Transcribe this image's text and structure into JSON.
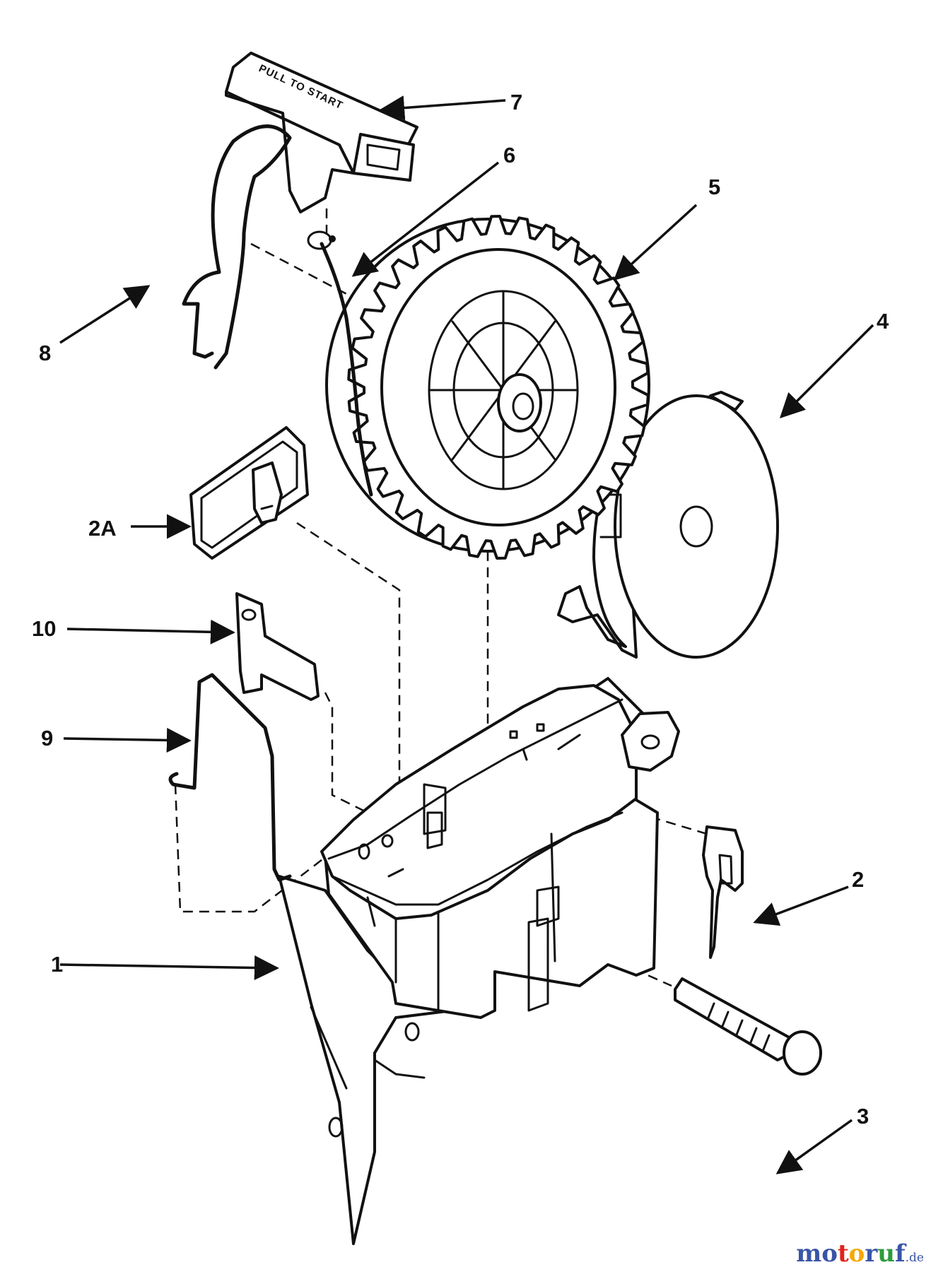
{
  "handle_text": "PULL TO START",
  "callouts": [
    {
      "id": "1",
      "text": "1"
    },
    {
      "id": "2",
      "text": "2"
    },
    {
      "id": "2A",
      "text": "2A"
    },
    {
      "id": "3",
      "text": "3"
    },
    {
      "id": "4",
      "text": "4"
    },
    {
      "id": "5",
      "text": "5"
    },
    {
      "id": "6",
      "text": "6"
    },
    {
      "id": "7",
      "text": "7"
    },
    {
      "id": "8",
      "text": "8"
    },
    {
      "id": "9",
      "text": "9"
    },
    {
      "id": "10",
      "text": "10"
    }
  ],
  "watermark": {
    "name": "motoruf",
    "suffix": ".de",
    "letter_colors": [
      "#3a55a6",
      "#3a55a6",
      "#e2231a",
      "#f5a800",
      "#3a55a6",
      "#2e9b3c",
      "#3a55a6"
    ]
  }
}
